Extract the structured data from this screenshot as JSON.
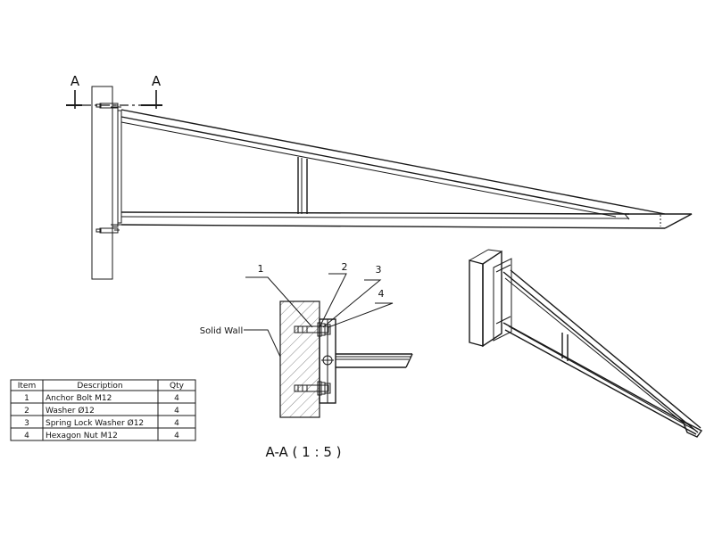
{
  "section_marks": {
    "left": "A",
    "right": "A"
  },
  "callouts": [
    "1",
    "2",
    "3",
    "4"
  ],
  "wall_label": "Solid Wall",
  "section_title": "A-A ( 1 : 5 )",
  "bom": {
    "headers": {
      "item": "Item",
      "description": "Description",
      "qty": "Qty"
    },
    "rows": [
      {
        "item": "1",
        "description": "Anchor Bolt M12",
        "qty": "4"
      },
      {
        "item": "2",
        "description": "Washer Ø12",
        "qty": "4"
      },
      {
        "item": "3",
        "description": "Spring Lock Washer Ø12",
        "qty": "4"
      },
      {
        "item": "4",
        "description": "Hexagon Nut M12",
        "qty": "4"
      }
    ]
  }
}
